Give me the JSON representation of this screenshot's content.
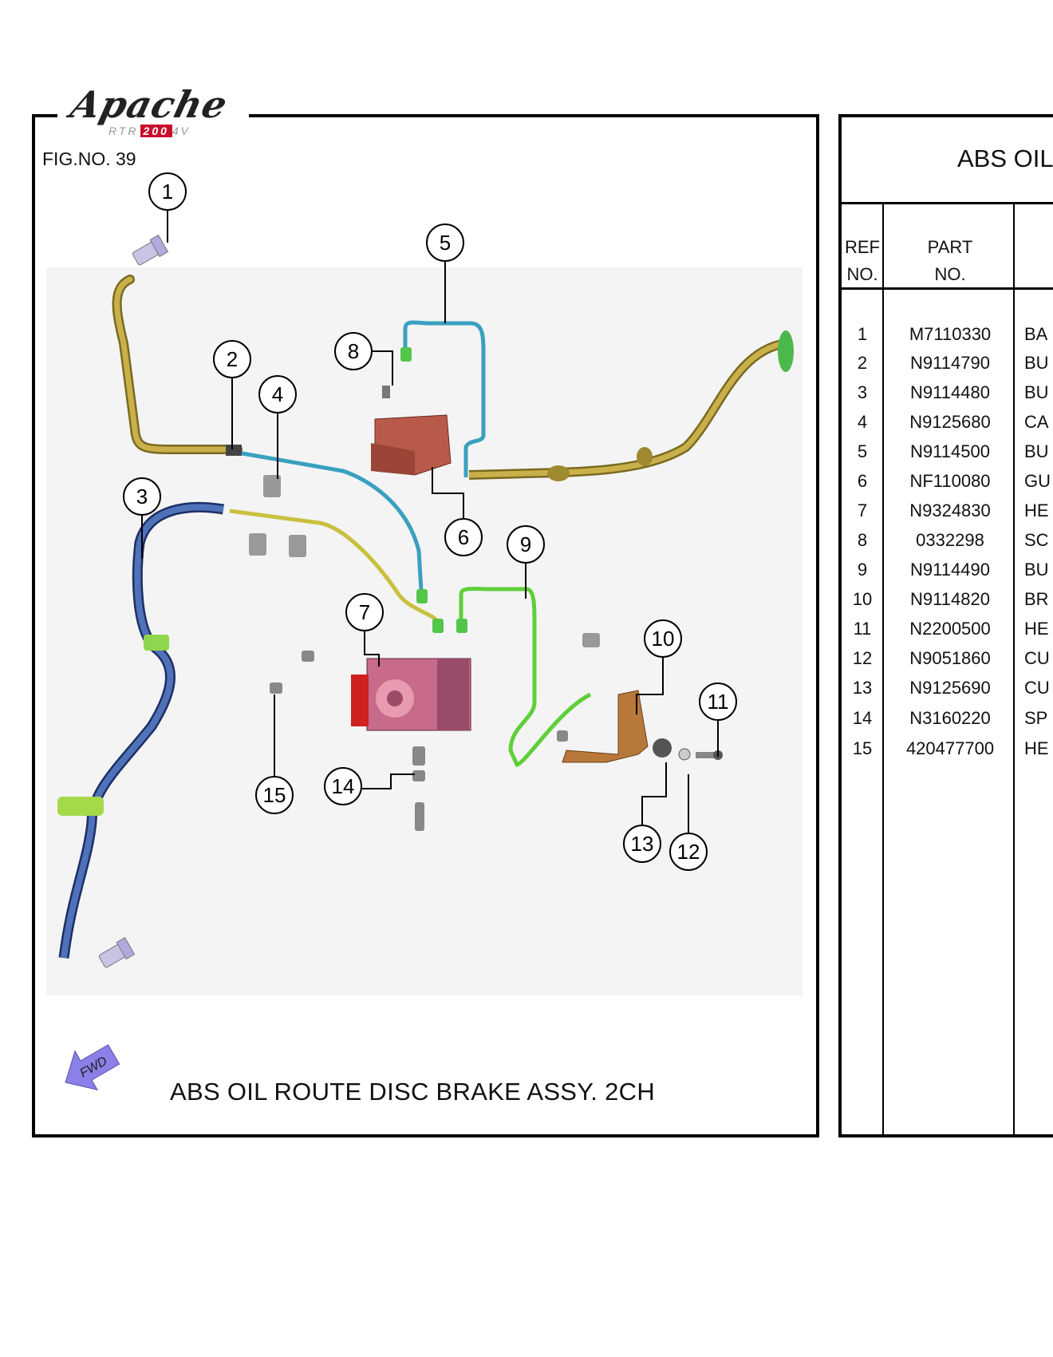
{
  "header": {
    "brand_logo": "Apache",
    "brand_sub_left": "RTR",
    "brand_sub_model": "200",
    "brand_sub_right": "4V"
  },
  "figure": {
    "fig_no": "FIG.NO. 39",
    "caption": "ABS OIL ROUTE DISC BRAKE ASSY. 2CH",
    "fwd_label": "FWD",
    "callouts": [
      "1",
      "2",
      "3",
      "4",
      "5",
      "6",
      "7",
      "8",
      "9",
      "10",
      "11",
      "12",
      "13",
      "14",
      "15"
    ]
  },
  "parts_table": {
    "title": "ABS OIL",
    "col_ref_line1": "REF",
    "col_ref_line2": "NO.",
    "col_part_line1": "PART",
    "col_part_line2": "NO.",
    "rows": [
      {
        "ref": "1",
        "part": "M7110330",
        "desc": "BA"
      },
      {
        "ref": "2",
        "part": "N9114790",
        "desc": "BU"
      },
      {
        "ref": "3",
        "part": "N9114480",
        "desc": "BU"
      },
      {
        "ref": "4",
        "part": "N9125680",
        "desc": "CA"
      },
      {
        "ref": "5",
        "part": "N9114500",
        "desc": "BU"
      },
      {
        "ref": "6",
        "part": "NF110080",
        "desc": "GU"
      },
      {
        "ref": "7",
        "part": "N9324830",
        "desc": "HE"
      },
      {
        "ref": "8",
        "part": "0332298",
        "desc": "SC"
      },
      {
        "ref": "9",
        "part": "N9114490",
        "desc": "BU"
      },
      {
        "ref": "10",
        "part": "N9114820",
        "desc": "BR"
      },
      {
        "ref": "11",
        "part": "N2200500",
        "desc": "HE"
      },
      {
        "ref": "12",
        "part": "N9051860",
        "desc": "CU"
      },
      {
        "ref": "13",
        "part": "N9125690",
        "desc": "CU"
      },
      {
        "ref": "14",
        "part": "N3160220",
        "desc": "SP"
      },
      {
        "ref": "15",
        "part": "420477700",
        "desc": "HE"
      }
    ]
  },
  "colors": {
    "brake_line_gold": "#b8a03c",
    "brake_line_blue": "#3f5fa0",
    "brake_line_cyan": "#3aa0c0",
    "brake_line_green": "#5fcf3a",
    "bracket_red": "#b85a4a",
    "abs_unit": "#c86a8a",
    "bracket_brown": "#b8783a",
    "fwd_arrow": "#8a80e8"
  }
}
